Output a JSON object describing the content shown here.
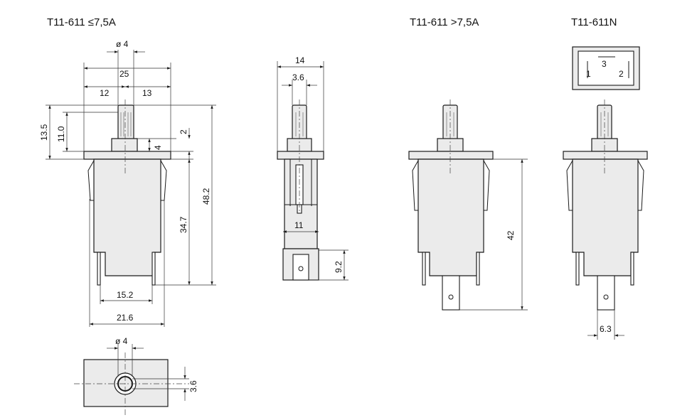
{
  "titles": {
    "left": "T11-611  ≤7,5A",
    "right": "T11-611  >7,5A",
    "far_right": "T11-611N"
  },
  "dimensions": {
    "front": {
      "phi4": "ø 4",
      "d25": "25",
      "d12": "12",
      "d13": "13",
      "d13_5": "13.5",
      "d11_0": "11.0",
      "d2": "2",
      "d4": "4",
      "d48_2": "48.2",
      "d34_7": "34.7",
      "d15_2": "15.2",
      "d21_6": "21.6"
    },
    "side": {
      "d14": "14",
      "d3_6": "3.6",
      "d11": "11",
      "d9_2": "9.2"
    },
    "top": {
      "phi4": "ø 4",
      "d3_6": "3.6"
    },
    "large": {
      "d42": "42"
    },
    "n_variant": {
      "d6_3": "6.3",
      "terminal1": "1",
      "terminal2": "2",
      "terminal3": "3"
    }
  }
}
